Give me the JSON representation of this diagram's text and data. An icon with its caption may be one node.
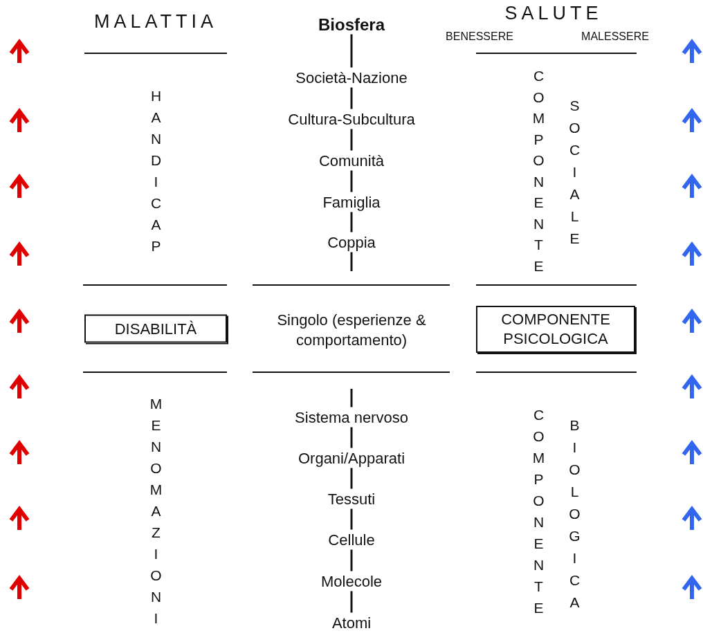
{
  "diagram": {
    "nodes": [
      {
        "text": [
          "Biosfera"
        ]
      },
      {
        "text": [
          "Società-Nazione"
        ]
      },
      {
        "text": [
          "Cultura-Subcultura"
        ]
      },
      {
        "text": [
          "Comunità"
        ]
      },
      {
        "text": [
          "Famiglia"
        ]
      },
      {
        "text": [
          "Coppia"
        ]
      },
      {
        "text": [
          "Singolo (esperienze & comportamento)"
        ]
      },
      {
        "text": [
          "Sistema nervoso"
        ]
      },
      {
        "text": [
          "Organi/Apparati"
        ]
      },
      {
        "text": [
          "Tessuti"
        ]
      },
      {
        "text": [
          "Cellule"
        ]
      },
      {
        "text": [
          "Molecole"
        ]
      },
      {
        "text": [
          "Atomi"
        ]
      },
      {
        "text": [
          "DISABILITÀ"
        ]
      },
      {
        "text": [
          "COMPONENTE PSICOLOGICA"
        ]
      }
    ],
    "edges": [
      {
        "from": 0,
        "to": 1,
        "arrow": "none"
      },
      {
        "from": 1,
        "to": 2,
        "arrow": "none"
      },
      {
        "from": 2,
        "to": 3,
        "arrow": "none"
      },
      {
        "from": 3,
        "to": 4,
        "arrow": "none"
      },
      {
        "from": 4,
        "to": 5,
        "arrow": "none"
      },
      {
        "from": 5,
        "to": null,
        "arrow": "none"
      },
      {
        "from": null,
        "to": 7,
        "arrow": "none"
      },
      {
        "from": 7,
        "to": 8,
        "arrow": "none"
      },
      {
        "from": 8,
        "to": 9,
        "arrow": "none"
      },
      {
        "from": 9,
        "to": 10,
        "arrow": "none"
      },
      {
        "from": 10,
        "to": 11,
        "arrow": "none"
      },
      {
        "from": 11,
        "to": 12,
        "arrow": "none"
      }
    ],
    "labels": [
      "MALATTIA",
      "SALUTE",
      "BENESSERE",
      "MALESSERE",
      "HANDICAP",
      "COMPONENTE",
      "SOCIALE",
      "MENOMAZIONI",
      "COMPONENTE",
      "BIOLOGICA"
    ]
  }
}
